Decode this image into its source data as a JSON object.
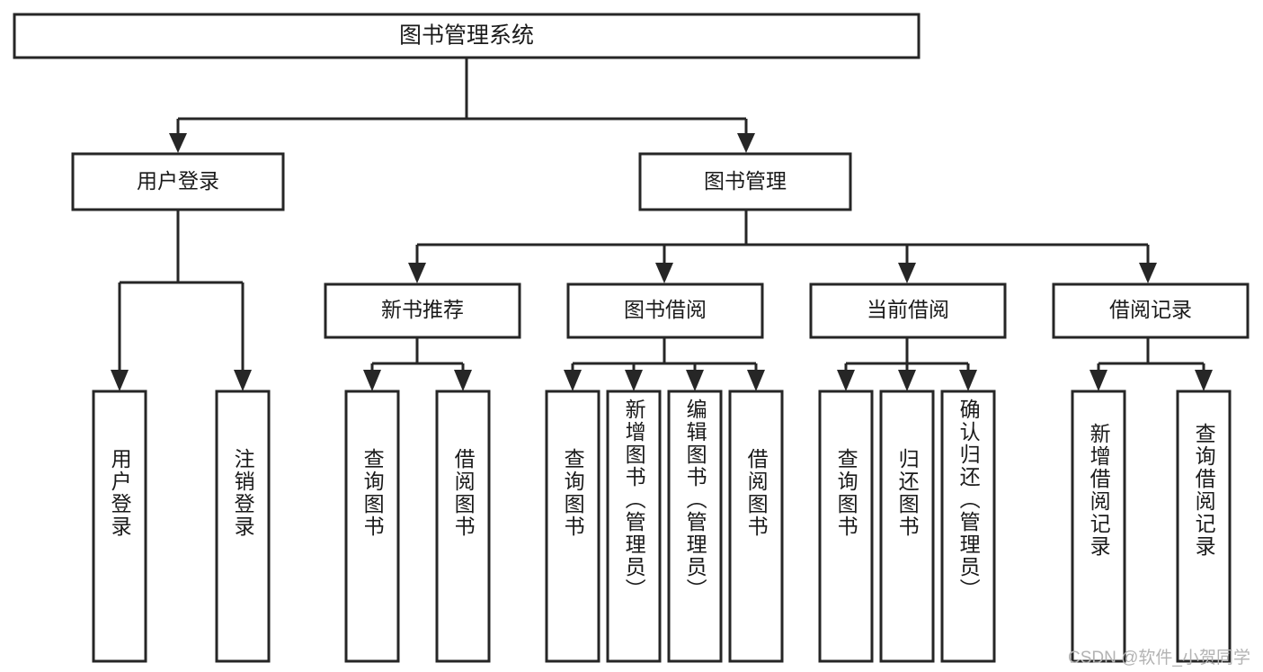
{
  "diagram": {
    "type": "tree-hierarchy",
    "title": "图书管理系统",
    "watermark": "CSDN @软件_小贺同学",
    "colors": {
      "stroke": "#262626",
      "fill": "#ffffff",
      "text": "#1a1a1a",
      "watermark": "#b3b3b3",
      "background": "#ffffff"
    },
    "root": {
      "label": "图书管理系统"
    },
    "level2": [
      {
        "label": "用户登录"
      },
      {
        "label": "图书管理"
      }
    ],
    "level3": [
      {
        "label": "新书推荐"
      },
      {
        "label": "图书借阅"
      },
      {
        "label": "当前借阅"
      },
      {
        "label": "借阅记录"
      }
    ],
    "leaves": {
      "user_login": [
        {
          "label": "用户登录"
        },
        {
          "label": "注销登录"
        }
      ],
      "new_book_recommend": [
        {
          "label": "查询图书"
        },
        {
          "label": "借阅图书"
        }
      ],
      "book_borrow": [
        {
          "label": "查询图书"
        },
        {
          "label": "新增图书（管理员）"
        },
        {
          "label": "编辑图书（管理员）"
        },
        {
          "label": "借阅图书"
        }
      ],
      "current_borrow": [
        {
          "label": "查询图书"
        },
        {
          "label": "归还图书"
        },
        {
          "label": "确认归还（管理员）"
        }
      ],
      "borrow_record": [
        {
          "label": "新增借阅记录"
        },
        {
          "label": "查询借阅记录"
        }
      ]
    }
  }
}
